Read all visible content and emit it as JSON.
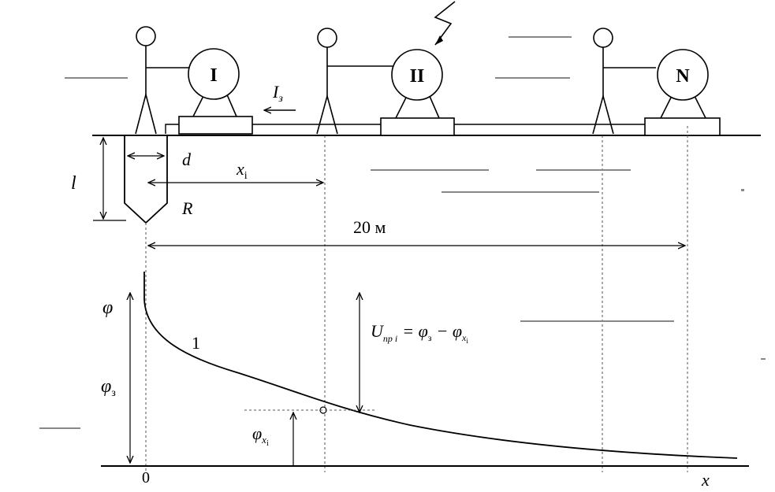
{
  "equipment": {
    "machine_1_label": "I",
    "machine_2_label": "II",
    "machine_n_label": "N"
  },
  "labels": {
    "current": "I",
    "current_sub": "з",
    "diameter": "d",
    "length": "l",
    "resistance": "R",
    "distance": "x",
    "distance_sub": "i",
    "span": "20 м",
    "phi": "φ",
    "phi_earth": "φ",
    "phi_earth_sub": "з",
    "phi_xi": "φ",
    "phi_xi_sub": "x",
    "phi_xi_subsub": "i",
    "curve_id": "1",
    "origin": "0",
    "x_axis": "x",
    "voltage_U": "U",
    "voltage_sub": "пр i",
    "voltage_eq": "= φ",
    "voltage_eq_sub": "з",
    "voltage_minus": "− φ",
    "voltage_minus_sub": "x",
    "voltage_minus_subsub": "i"
  },
  "colors": {
    "ink": "#000000",
    "dashed": "#555555"
  }
}
